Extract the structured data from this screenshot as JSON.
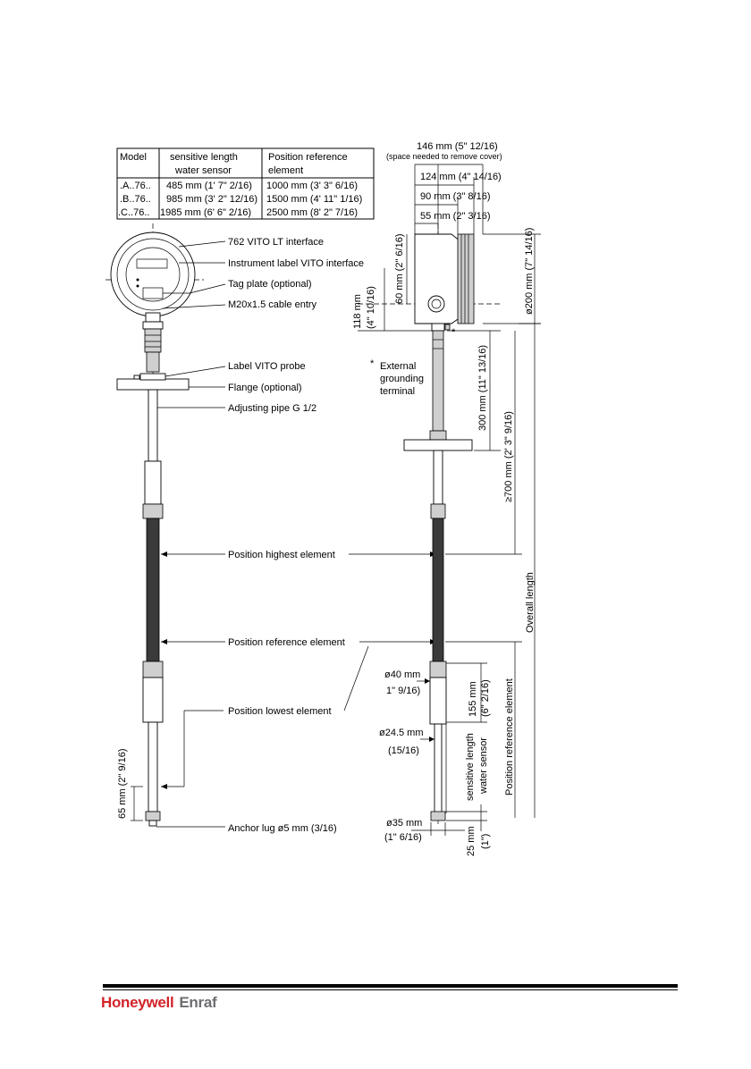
{
  "table": {
    "headers": [
      "Model",
      "sensitive length\nwater sensor",
      "Position reference\nelement"
    ],
    "rows": [
      [
        ".A..76..",
        "485 mm (1' 7\" 2/16)",
        "1000 mm (3' 3\" 6/16)"
      ],
      [
        ".B..76..",
        "985 mm (3' 2\" 12/16)",
        "1500 mm (4' 11\" 1/16)"
      ],
      [
        ".C..76..",
        "1985 mm (6' 6\" 2/16)",
        "2500 mm (8' 2\" 7/16)"
      ]
    ]
  },
  "labels": {
    "interface": "762 VITO  LT interface",
    "instrument_label": "Instrument label VITO interface",
    "tag_plate": "Tag plate (optional)",
    "cable_entry": "M20x1.5 cable entry",
    "label_probe": "Label VITO probe",
    "flange": "Flange (optional)",
    "adjusting_pipe": "Adjusting pipe G 1/2",
    "pos_highest": "Position highest element",
    "pos_reference": "Position reference element",
    "pos_lowest": "Position lowest element",
    "anchor_lug": "Anchor lug ø5 mm (3/16)",
    "grounding_star": "*",
    "grounding_1": "External",
    "grounding_2": "grounding",
    "grounding_3": "terminal"
  },
  "dimensions": {
    "d146": "146 mm (5\" 12/16)",
    "d146_note": "(space needed to remove cover)",
    "d124": "124 mm (4\" 14/16)",
    "d90": "90 mm (3\" 8/16)",
    "d55": "55 mm (2\" 3/16)",
    "d60": "60 mm (2\" 6/16)",
    "d118a": "118 mm",
    "d118b": "(4\" 10/16)",
    "d200": "ø200 mm (7\" 14/16)",
    "d300": "300 mm (11\" 13/16)",
    "d700": "≥700 mm (2' 3\" 9/16)",
    "overall": "Overall length",
    "d40a": "ø40 mm",
    "d40b": "1\" 9/16)",
    "d155a": "155 mm",
    "d155b": "(6\" 2/16)",
    "d245a": "ø24.5 mm",
    "d245b": "(15/16)",
    "sens1": "sensitive length",
    "sens2": "water sensor",
    "posref": "Position reference element",
    "d35a": "ø35 mm",
    "d35b": "(1\" 6/16)",
    "d25a": "25 mm",
    "d25b": "(1\")",
    "d65": "65 mm (2\" 9/16)"
  },
  "footer": {
    "brand1": "Honeywell",
    "brand2": "Enraf"
  },
  "colors": {
    "brand_red": "#d2232a",
    "brand_gray": "#6d6e71"
  }
}
